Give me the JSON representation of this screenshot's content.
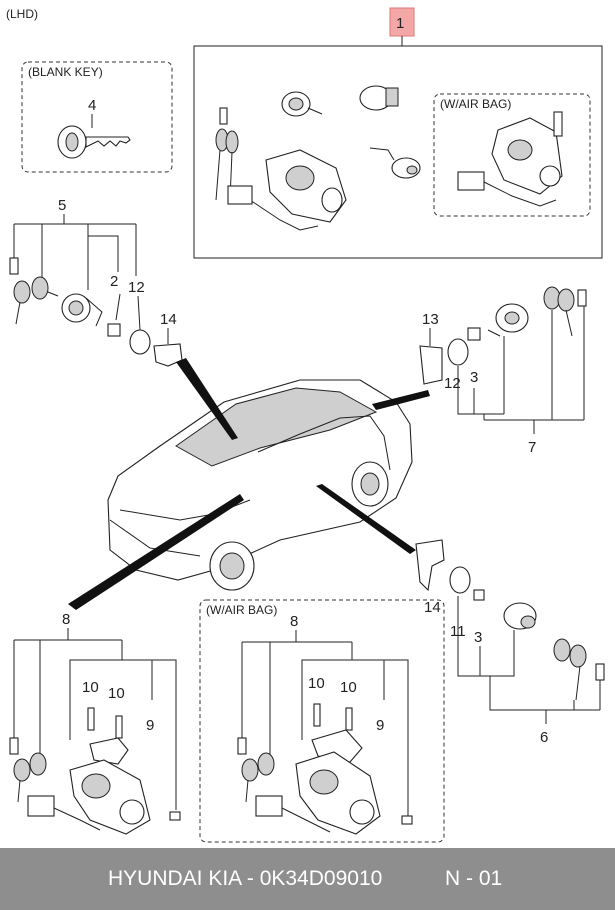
{
  "header": {
    "region_label": "(LHD)"
  },
  "groups": {
    "blank_key": "(BLANK KEY)",
    "air_bag_top": "(W/AIR BAG)",
    "air_bag_bottom": "(W/AIR BAG)"
  },
  "callouts": {
    "c1": "1",
    "c4": "4",
    "c5": "5",
    "c2": "2",
    "c12a": "12",
    "c14a": "14",
    "c13": "13",
    "c12b": "12",
    "c3a": "3",
    "c7": "7",
    "c8a": "8",
    "c10a": "10",
    "c10b": "10",
    "c9a": "9",
    "c8b": "8",
    "c10c": "10",
    "c10d": "10",
    "c9b": "9",
    "c14b": "14",
    "c11": "11",
    "c3b": "3",
    "c6": "6"
  },
  "colors": {
    "callout_1_fill": "#f4a7a7",
    "footer_bg": "#8e8e8e"
  },
  "footer": {
    "brand": "HYUNDAI  KIA - 0K34D09010",
    "page": "N - 01"
  }
}
